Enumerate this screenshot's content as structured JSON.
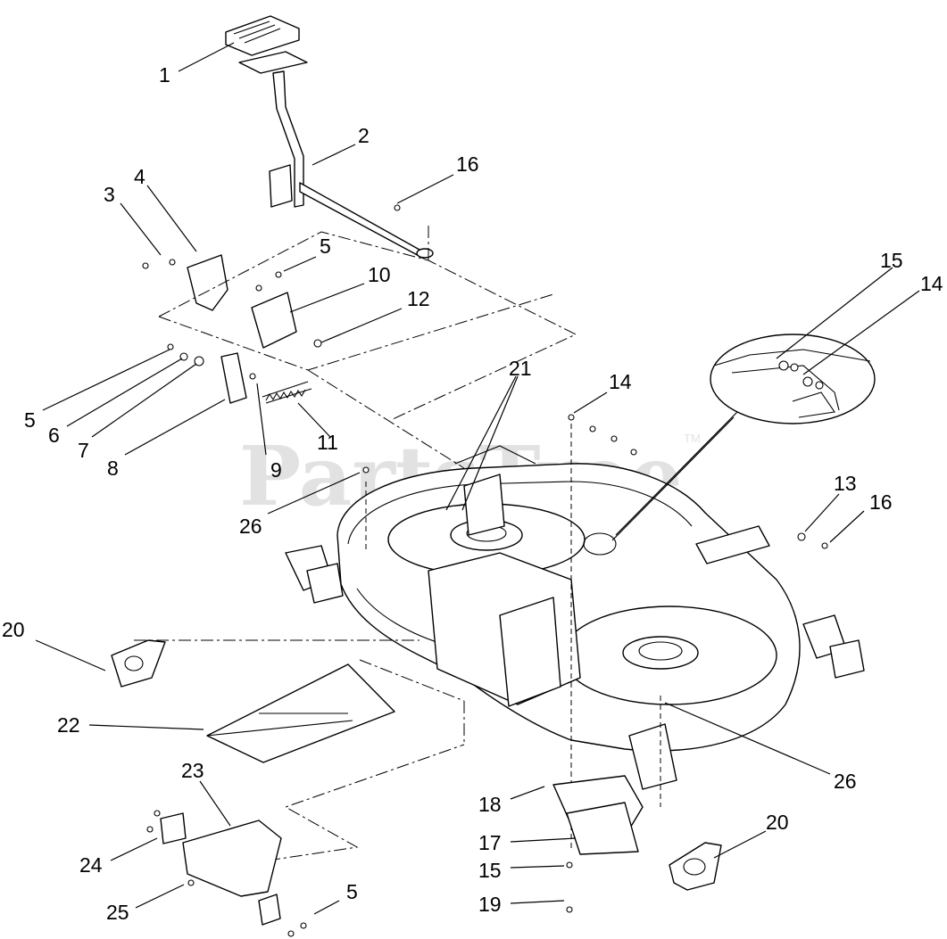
{
  "watermark": {
    "text": "PartsTree",
    "mark": "TM"
  },
  "callouts": [
    {
      "id": "c1",
      "label": "1"
    },
    {
      "id": "c2",
      "label": "2"
    },
    {
      "id": "c3",
      "label": "3"
    },
    {
      "id": "c4",
      "label": "4"
    },
    {
      "id": "c5a",
      "label": "5"
    },
    {
      "id": "c10",
      "label": "10"
    },
    {
      "id": "c12",
      "label": "12"
    },
    {
      "id": "c16a",
      "label": "16"
    },
    {
      "id": "c15a",
      "label": "15"
    },
    {
      "id": "c14a",
      "label": "14"
    },
    {
      "id": "c5b",
      "label": "5"
    },
    {
      "id": "c6",
      "label": "6"
    },
    {
      "id": "c7",
      "label": "7"
    },
    {
      "id": "c8",
      "label": "8"
    },
    {
      "id": "c9",
      "label": "9"
    },
    {
      "id": "c11",
      "label": "11"
    },
    {
      "id": "c21",
      "label": "21"
    },
    {
      "id": "c14b",
      "label": "14"
    },
    {
      "id": "c26a",
      "label": "26"
    },
    {
      "id": "c13",
      "label": "13"
    },
    {
      "id": "c16b",
      "label": "16"
    },
    {
      "id": "c20a",
      "label": "20"
    },
    {
      "id": "c22",
      "label": "22"
    },
    {
      "id": "c26b",
      "label": "26"
    },
    {
      "id": "c23",
      "label": "23"
    },
    {
      "id": "c18",
      "label": "18"
    },
    {
      "id": "c20b",
      "label": "20"
    },
    {
      "id": "c17",
      "label": "17"
    },
    {
      "id": "c24",
      "label": "24"
    },
    {
      "id": "c15b",
      "label": "15"
    },
    {
      "id": "c5c",
      "label": "5"
    },
    {
      "id": "c25",
      "label": "25"
    },
    {
      "id": "c19",
      "label": "19"
    }
  ]
}
